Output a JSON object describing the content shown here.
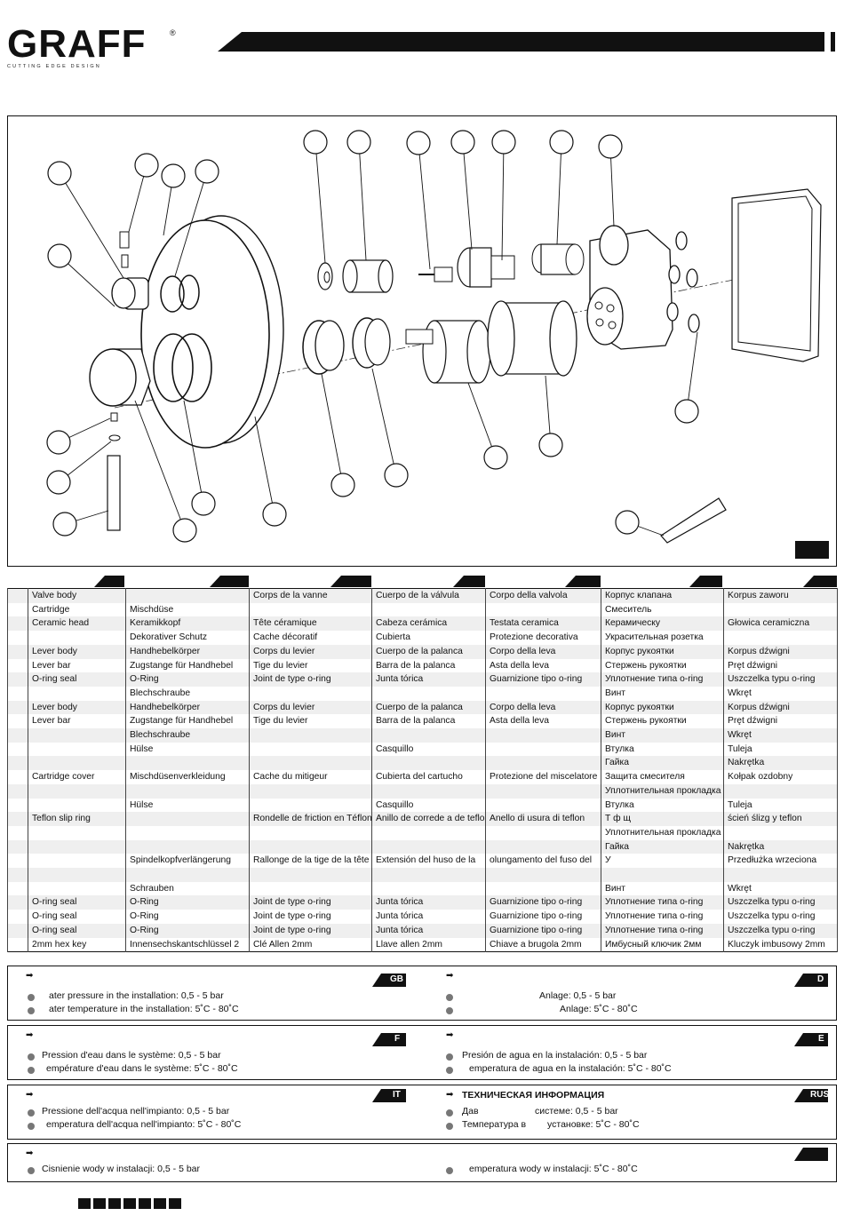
{
  "brand": {
    "logo_text": "GRAFF",
    "registered": "®",
    "tagline": "CUTTING EDGE DESIGN"
  },
  "parts_table": {
    "rows": [
      {
        "en": "Valve body",
        "de": "",
        "fr": "Corps de la vanne",
        "es": "Cuerpo de la válvula",
        "it": "Corpo della valvola",
        "ru": "Корпус клапана",
        "pl": "Korpus zaworu"
      },
      {
        "en": "Cartridge",
        "de": "Mischdüse",
        "fr": "",
        "es": "",
        "it": "",
        "ru": "Смеситель",
        "pl": ""
      },
      {
        "en": "Ceramic head",
        "de": "Keramikkopf",
        "fr": "Tête céramique",
        "es": "Cabeza cerámica",
        "it": "Testata ceramica",
        "ru": "Керамическу",
        "pl": "Głowica ceramiczna"
      },
      {
        "en": "",
        "de": "Dekorativer Schutz",
        "fr": "Cache décoratif",
        "es": "Cubierta",
        "it": "Protezione decorativa",
        "ru": "Украсительная розетка",
        "pl": ""
      },
      {
        "en": "Lever body",
        "de": "Handhebelkörper",
        "fr": "Corps du levier",
        "es": "Cuerpo de la palanca",
        "it": "Corpo della leva",
        "ru": "Корпус рукоятки",
        "pl": "Korpus dźwigni"
      },
      {
        "en": "Lever bar",
        "de": "Zugstange für Handhebel",
        "fr": "Tige du levier",
        "es": "Barra de la palanca",
        "it": "Asta della leva",
        "ru": "Стержень рукоятки",
        "pl": "Pręt dźwigni"
      },
      {
        "en": "O-ring seal",
        "de": "O-Ring",
        "fr": "Joint de type o-ring",
        "es": "Junta tórica",
        "it": "Guarnizione tipo o-ring",
        "ru": "Уплотнение типа o-ring",
        "pl": "Uszczelka typu o-ring"
      },
      {
        "en": "",
        "de": "Blechschraube",
        "fr": "",
        "es": "",
        "it": "",
        "ru": "Винт",
        "pl": "Wkręt"
      },
      {
        "en": "Lever body",
        "de": "Handhebelkörper",
        "fr": "Corps du levier",
        "es": "Cuerpo de la palanca",
        "it": "Corpo della leva",
        "ru": "Корпус рукоятки",
        "pl": "Korpus dźwigni"
      },
      {
        "en": "Lever bar",
        "de": "Zugstange für Handhebel",
        "fr": "Tige du levier",
        "es": "Barra de la palanca",
        "it": "Asta della leva",
        "ru": "Стержень рукоятки",
        "pl": "Pręt dźwigni"
      },
      {
        "en": "",
        "de": "Blechschraube",
        "fr": "",
        "es": "",
        "it": "",
        "ru": "Винт",
        "pl": "Wkręt"
      },
      {
        "en": "",
        "de": "Hülse",
        "fr": "",
        "es": "Casquillo",
        "it": "",
        "ru": "Втулка",
        "pl": "Tuleja"
      },
      {
        "en": "",
        "de": "",
        "fr": "",
        "es": "",
        "it": "",
        "ru": "Гайка",
        "pl": "Nakrętka"
      },
      {
        "en": "Cartridge cover",
        "de": "Mischdüsenverkleidung",
        "fr": "Cache du mitigeur",
        "es": "Cubierta del cartucho",
        "it": "Protezione del miscelatore",
        "ru": "Защита смесителя",
        "pl": "Kołpak ozdobny"
      },
      {
        "en": "",
        "de": "",
        "fr": "",
        "es": "",
        "it": "",
        "ru": "Уплотнительная прокладка",
        "pl": ""
      },
      {
        "en": "",
        "de": "Hülse",
        "fr": "",
        "es": "Casquillo",
        "it": "",
        "ru": "Втулка",
        "pl": "Tuleja"
      },
      {
        "en": "Teflon slip ring",
        "de": "",
        "fr": "Rondelle de friction en Téflon",
        "es": "Anillo de correde a de teflon",
        "it": "Anello di usura di teflon",
        "ru": "Т ф                 щ",
        "pl": "    ścień ślizg     y teflon"
      },
      {
        "en": "",
        "de": "",
        "fr": "",
        "es": "",
        "it": "",
        "ru": "Уплотнительная прокладка",
        "pl": ""
      },
      {
        "en": "",
        "de": "",
        "fr": "",
        "es": "",
        "it": "",
        "ru": "Гайка",
        "pl": "Nakrętka"
      },
      {
        "en": "",
        "de": "Spindelkopfverlängerung",
        "fr": "Rallonge de la tige de la tête",
        "es": "Extensión del huso de la",
        "it": "   olungamento del fuso del",
        "ru": "У",
        "pl": "Przedłużka wrzeciona"
      },
      {
        "en": "",
        "de": "",
        "fr": "",
        "es": "",
        "it": "",
        "ru": "",
        "pl": ""
      },
      {
        "en": "",
        "de": "Schrauben",
        "fr": "",
        "es": "",
        "it": "",
        "ru": "Винт",
        "pl": "Wkręt"
      },
      {
        "en": "O-ring seal",
        "de": "O-Ring",
        "fr": "Joint de type o-ring",
        "es": "Junta tórica",
        "it": "Guarnizione tipo o-ring",
        "ru": "Уплотнение типа o-ring",
        "pl": "Uszczelka typu o-ring"
      },
      {
        "en": "O-ring seal",
        "de": "O-Ring",
        "fr": "Joint de type o-ring",
        "es": "Junta tórica",
        "it": "Guarnizione tipo o-ring",
        "ru": "Уплотнение типа o-ring",
        "pl": "Uszczelka typu o-ring"
      },
      {
        "en": "O-ring seal",
        "de": "O-Ring",
        "fr": "Joint de type o-ring",
        "es": "Junta tórica",
        "it": "Guarnizione tipo o-ring",
        "ru": "Уплотнение типа o-ring",
        "pl": "Uszczelka typu o-ring"
      },
      {
        "en": "2mm hex key",
        "de": "Innensechskantschlüssel 2",
        "fr": "Clé Allen 2mm",
        "es": "Llave allen 2mm",
        "it": "Chiave a brugola 2mm",
        "ru": "Имбусный ключик 2мм",
        "pl": "Kluczyk imbusowy 2mm"
      }
    ]
  },
  "tech": {
    "gb": {
      "tag": "GB",
      "line1": "ater pressure in the installation: 0,5 - 5 bar",
      "line2": "ater temperature in the installation: 5˚C - 80˚C"
    },
    "d": {
      "tag": "D",
      "line1": "Anlage: 0,5 - 5 bar",
      "line2": "Anlage: 5˚C - 80˚C"
    },
    "f": {
      "tag": "F",
      "line1": "Pression d'eau dans le système: 0,5 - 5 bar",
      "line2": "empérature d'eau dans le système: 5˚C - 80˚C"
    },
    "e": {
      "tag": "E",
      "line1": "Presión de agua en la instalación: 0,5 - 5 bar",
      "line2": "emperatura de agua en la instalación: 5˚C - 80˚C"
    },
    "it": {
      "tag": "IT",
      "line1": "Pressione dell'acqua nell'impianto: 0,5 - 5 bar",
      "line2": "emperatura dell'acqua nell'impianto: 5˚C - 80˚C"
    },
    "rus": {
      "tag": "RUS",
      "heading": "ТЕХНИЧЕСКАЯ ИНФОРМАЦИЯ",
      "line1a": "Дав",
      "line1b": "системе: 0,5 - 5 bar",
      "line2a": "Температура в",
      "line2b": "установке: 5˚C - 80˚C"
    },
    "pl": {
      "line1": "Cisnienie wody w instalacji: 0,5 - 5 bar",
      "line2": "emperatura wody w instalacji: 5˚C - 80˚C"
    }
  }
}
